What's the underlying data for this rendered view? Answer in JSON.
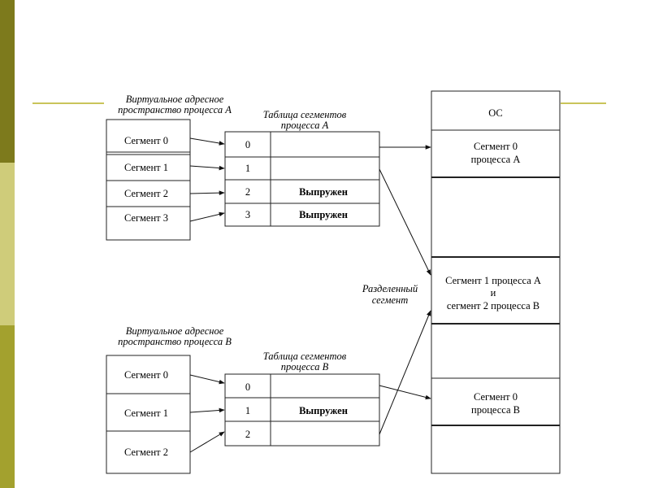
{
  "process_a": {
    "virtual_space_title": [
      "Виртуальное адресное",
      "пространство процесса А"
    ],
    "table_title": [
      "Таблица сегментов",
      "процесса А"
    ],
    "segments": [
      "Сегмент 0",
      "Сегмент 1",
      "Сегмент 2",
      "Сегмент 3"
    ],
    "table_rows": [
      {
        "index": "0",
        "status": ""
      },
      {
        "index": "1",
        "status": ""
      },
      {
        "index": "2",
        "status": "Выпружен"
      },
      {
        "index": "3",
        "status": "Выпружен"
      }
    ]
  },
  "process_b": {
    "virtual_space_title": [
      "Виртуальное адресное",
      "пространство процесса В"
    ],
    "table_title": [
      "Таблица сегментов",
      "процесса В"
    ],
    "segments": [
      "Сегмент 0",
      "Сегмент 1",
      "Сегмент 2"
    ],
    "table_rows": [
      {
        "index": "0",
        "status": ""
      },
      {
        "index": "1",
        "status": "Выпружен"
      },
      {
        "index": "2",
        "status": ""
      }
    ]
  },
  "memory": {
    "os_label": "ОС",
    "seg0_a": [
      "Сегмент 0",
      "процесса А"
    ],
    "shared": [
      "Сегмент 1 процесса А",
      "и",
      "сегмент 2 процесса В"
    ],
    "seg0_b": [
      "Сегмент 0",
      "процесса В"
    ]
  },
  "shared_label": [
    "Разделенный",
    "сегмент"
  ]
}
